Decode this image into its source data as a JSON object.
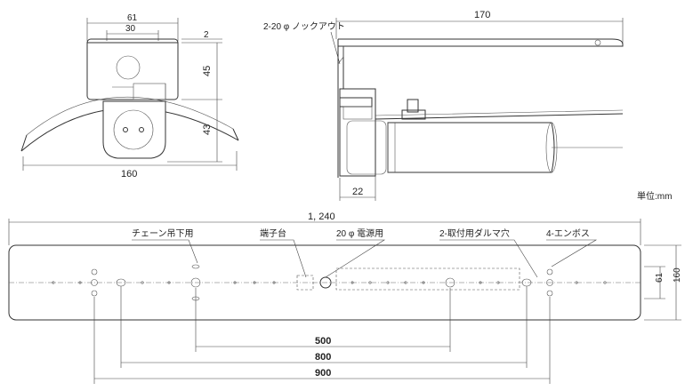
{
  "front_view": {
    "width_total": "61",
    "width_inner": "30",
    "top_gap": "2",
    "upper_height": "45",
    "lower_height": "43",
    "reflector_width": "160"
  },
  "side_view": {
    "length": "170",
    "knockout_label": "2-20 φ ノックアウト",
    "depth": "22"
  },
  "unit_label": "単位:mm",
  "top_view": {
    "overall_length": "1, 240",
    "labels": {
      "chain": "チェーン吊下用",
      "terminal": "端子台",
      "power": "20 φ 電源用",
      "mount_holes": "2-取付用ダルマ穴",
      "embossed": "4-エンボス"
    },
    "height_outer": "160",
    "height_inner": "61",
    "spacing_500": "500",
    "spacing_800": "800",
    "spacing_900": "900"
  }
}
